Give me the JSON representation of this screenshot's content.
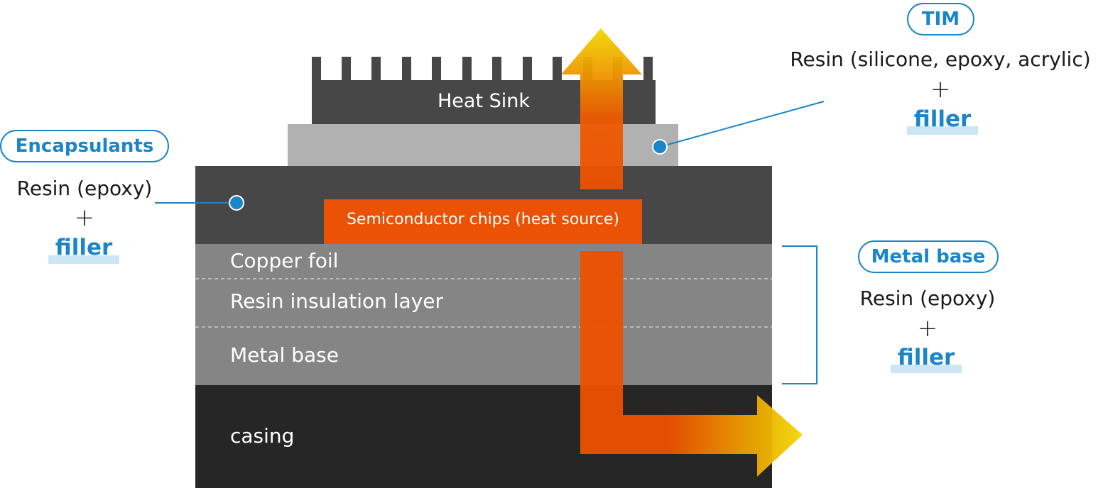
{
  "layers": {
    "heat_sink": "Heat Sink",
    "chip": "Semiconductor chips (heat source)",
    "copper_foil": "Copper foil",
    "resin_insulation": "Resin insulation layer",
    "metal_base": "Metal base",
    "casing": "casing"
  },
  "callouts": {
    "encapsulants": {
      "title": "Encapsulants",
      "resin": "Resin (epoxy)",
      "plus": "+",
      "filler": "filler"
    },
    "tim": {
      "title": "TIM",
      "resin": "Resin (silicone, epoxy, acrylic)",
      "plus": "+",
      "filler": "filler"
    },
    "metal_base": {
      "title": "Metal base",
      "resin": "Resin (epoxy)",
      "plus": "+",
      "filler": "filler"
    }
  },
  "colors": {
    "accent_blue": "#1a85c8",
    "filler_highlight": "#cde6f5",
    "heat_sink": "#474747",
    "tim_layer": "#b1b1b1",
    "encapsulant": "#474747",
    "chip": "#eb5206",
    "substrate": "#858585",
    "casing": "#262626",
    "arrow_hot": "#ee5000",
    "arrow_cool": "#f0d800"
  }
}
